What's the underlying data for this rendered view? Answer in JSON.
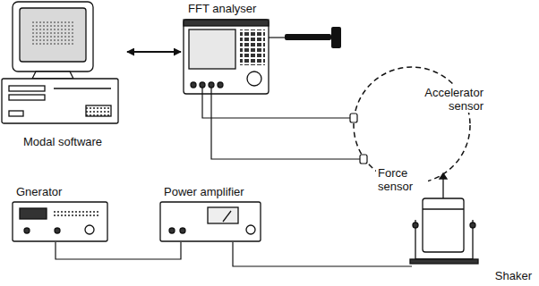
{
  "diagram": {
    "nodes": [
      {
        "text": [
          "Modal software"
        ]
      },
      {
        "text": [
          "FFT analyser"
        ]
      },
      {
        "text": [
          "Gnerator"
        ]
      },
      {
        "text": [
          "Power amplifier"
        ]
      },
      {
        "text": [
          "Shaker"
        ]
      }
    ],
    "edges": [
      {
        "from": 0,
        "to": 1,
        "arrow": "both"
      },
      {
        "from": 2,
        "to": 3,
        "arrow": "none"
      },
      {
        "from": 3,
        "to": 4,
        "arrow": "none"
      }
    ],
    "labels": [
      "Accelerator sensor",
      "Force sensor"
    ]
  }
}
